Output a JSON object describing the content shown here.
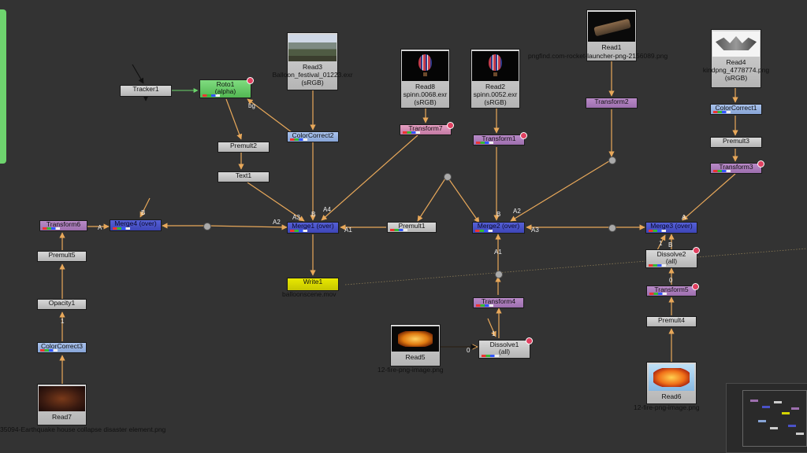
{
  "nodes": {
    "tracker1": "Tracker1",
    "roto1": "Roto1",
    "roto1_sub": "(alpha)",
    "premult2": "Premult2",
    "text1": "Text1",
    "colorcorrect2": "ColorCorrect2",
    "transform7": "Transform7",
    "transform1": "Transform1",
    "transform2": "Transform2",
    "colorcorrect1": "ColorCorrect1",
    "premult3": "Premult3",
    "transform3": "Transform3",
    "transform6": "Transform6",
    "merge4": "Merge4 (over)",
    "merge1": "Merge1 (over)",
    "premult1": "Premult1",
    "merge2": "Merge2 (over)",
    "merge3": "Merge3 (over)",
    "dissolve2": "Dissolve2",
    "dissolve2_sub": "(all)",
    "premult5": "Premult5",
    "opacity1": "Opacity1",
    "colorcorrect3": "ColorCorrect3",
    "write1": "Write1",
    "write1_file": "balloonscene.mov",
    "transform4": "Transform4",
    "dissolve1": "Dissolve1",
    "dissolve1_sub": "(all)",
    "transform5": "Transform5",
    "premult4": "Premult4"
  },
  "reads": {
    "read3": {
      "name": "Read3",
      "file": "Balloon_festival_01223.exr",
      "cs": "(sRGB)"
    },
    "read8": {
      "name": "Read8",
      "file": "spinn.0068.exr",
      "cs": "(sRGB)"
    },
    "read2": {
      "name": "Read2",
      "file": "spinn.0052.exr",
      "cs": "(sRGB)"
    },
    "read1": {
      "name": "Read1",
      "file": "pngfind.com-rocket-launcher-png-2156089.png"
    },
    "read4": {
      "name": "Read4",
      "file": "kindpng_4778774.png",
      "cs": "(sRGB)"
    },
    "read5": {
      "name": "Read5",
      "file": "12-fire-png-image.png"
    },
    "read6": {
      "name": "Read6",
      "file": "12-fire-png-image.png"
    },
    "read7": {
      "name": "Read7",
      "file": "35094-Earthquake house collapse disaster element.png"
    }
  },
  "edge_labels": {
    "bg": "bg",
    "a": "A",
    "b": "B",
    "a1": "A1",
    "a2": "A2",
    "a3": "A3",
    "a4": "A4",
    "one": "1",
    "zero": "0"
  },
  "colors": {
    "background": "#333333",
    "edge": "#e8a85a",
    "transform": "#a77bb8",
    "merge": "#4a52c8",
    "colorcorrect": "#94aee0",
    "write": "#d4d400",
    "roto": "#5cc05c"
  }
}
